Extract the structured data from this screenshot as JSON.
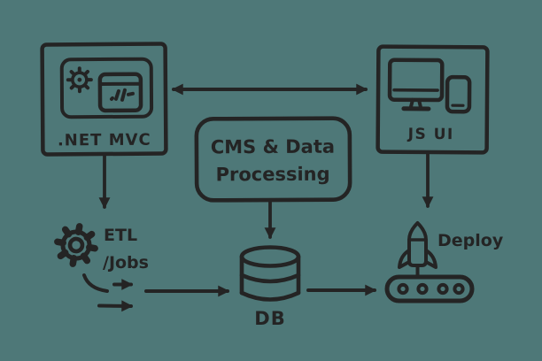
{
  "canvas": {
    "background_color": "#4e7878",
    "ink_color": "#242424",
    "style": "hand-drawn sketch diagram"
  },
  "nodes": {
    "netmvc": {
      "label": ".NET MVC"
    },
    "jsui": {
      "label": "JS UI"
    },
    "cms": {
      "line1": "CMS & Data",
      "line2": "Processing"
    },
    "etl": {
      "line1": "ETL",
      "line2": "/Jobs"
    },
    "db": {
      "label": "DB"
    },
    "deploy": {
      "label": "Deploy"
    }
  },
  "icons": {
    "netmvc_box": [
      "gear-icon",
      "code-window-icon"
    ],
    "jsui_box": [
      "monitor-icon",
      "smartphone-icon"
    ],
    "etl": "cog-icon",
    "db": "database-cylinder-icon",
    "deploy": [
      "rocket-icon",
      "launch-platform-icon"
    ]
  },
  "edges": [
    {
      "from": ".NET MVC",
      "to": "JS UI",
      "direction": "bidirectional"
    },
    {
      "from": ".NET MVC",
      "to": "ETL /Jobs",
      "direction": "down"
    },
    {
      "from": "CMS & Data Processing",
      "to": "DB",
      "direction": "down"
    },
    {
      "from": "JS UI",
      "to": "Deploy",
      "direction": "down"
    },
    {
      "from": "ETL /Jobs",
      "to": "DB",
      "direction": "right"
    },
    {
      "from": "DB",
      "to": "Deploy",
      "direction": "right"
    }
  ]
}
